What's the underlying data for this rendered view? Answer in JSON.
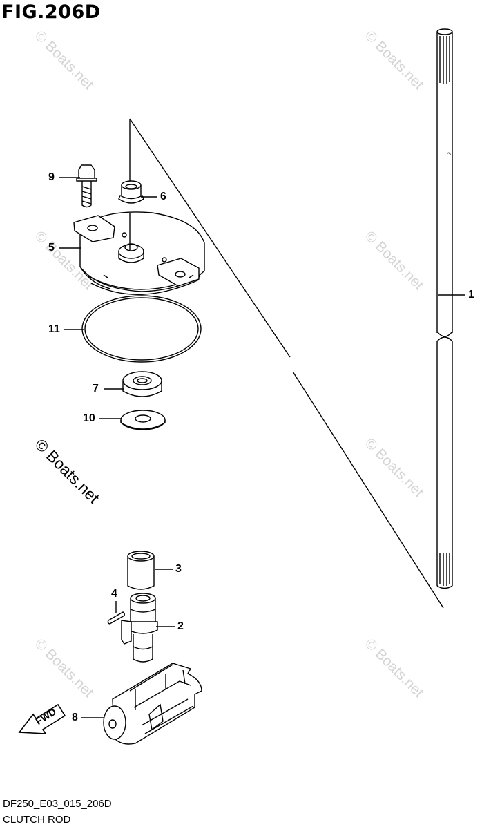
{
  "figure": {
    "title": "FIG.206D",
    "code": "DF250_E03_015_206D",
    "name": "CLUTCH ROD"
  },
  "callouts": [
    "1",
    "2",
    "3",
    "4",
    "5",
    "6",
    "7",
    "8",
    "9",
    "10",
    "11"
  ],
  "watermark": {
    "text": "© Boats.net",
    "color": "#d4d4d4"
  },
  "direction_arrow": {
    "label": "FWD"
  }
}
